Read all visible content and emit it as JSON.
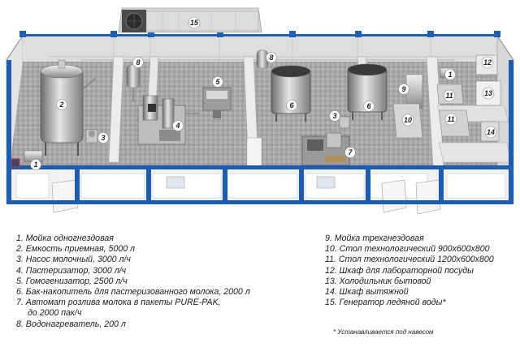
{
  "legend": {
    "left": [
      "1. Мойка одногнездовая",
      "2. Емкость приемная, 5000 л",
      "3. Насос молочный, 3000 л/ч",
      "4. Пастеризатор, 3000 л/ч",
      "5. Гомогенизатор, 2500 л/ч",
      "6. Бак-накопитель для пастеризованного молока, 2000 л",
      "7. Автомат розлива молока в пакеты PURE-PAK,",
      "до 2000 пак/ч",
      "8. Водонагреватель, 200 л"
    ],
    "right": [
      "9. Мойка трехгнездовая",
      "10. Стол технологический 900х600х800",
      "11. Стол технологический 1200х600х800",
      "12. Шкаф для лабораторной посуды",
      "13. Холодильник бытовой",
      "14. Шкаф вытяжной",
      "15. Генератор ледяной воды*"
    ]
  },
  "footnote": "* Устанавливается под навесом",
  "markers": {
    "m1a": "1",
    "m1b": "1",
    "m2": "2",
    "m3a": "3",
    "m3b": "3",
    "m4": "4",
    "m5": "5",
    "m6a": "6",
    "m6b": "6",
    "m7": "7",
    "m8a": "8",
    "m8b": "8",
    "m9": "9",
    "m10": "10",
    "m11a": "11",
    "m11b": "11",
    "m12": "12",
    "m13": "13",
    "m14": "14",
    "m15": "15"
  }
}
